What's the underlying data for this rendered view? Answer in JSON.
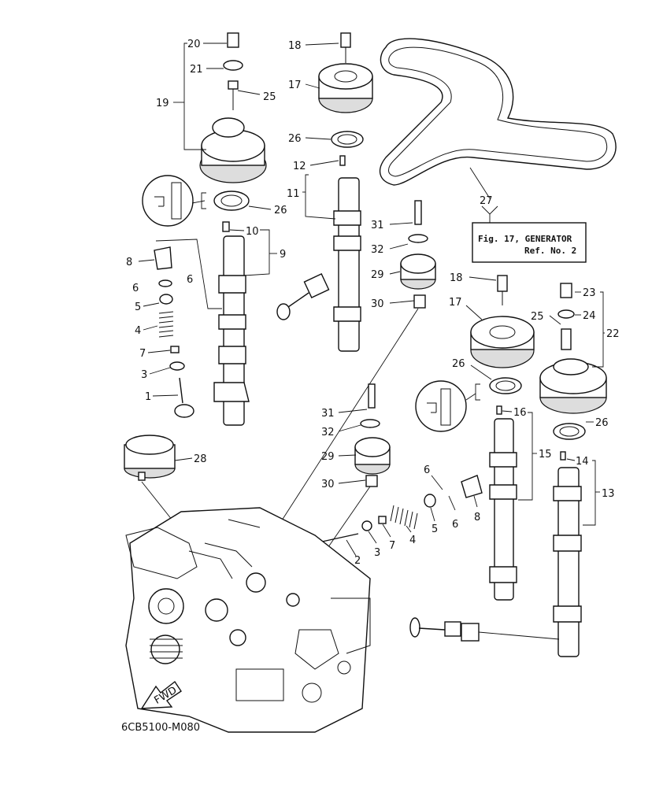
{
  "diagram": {
    "code": "6CB5100-M080",
    "fwd_label": "FWD",
    "reference_box": {
      "line1": "Fig. 17, GENERATOR",
      "line2": "Ref. No. 2"
    },
    "callouts": {
      "c1": "1",
      "c2": "2",
      "c3a": "3",
      "c3b": "3",
      "c4a": "4",
      "c4b": "4",
      "c5a": "5",
      "c5b": "5",
      "c6a": "6",
      "c6b": "6",
      "c6c": "6",
      "c6d": "6",
      "c7a": "7",
      "c7b": "7",
      "c8a": "8",
      "c8b": "8",
      "c9": "9",
      "c10": "10",
      "c11": "11",
      "c12": "12",
      "c13": "13",
      "c14": "14",
      "c15": "15",
      "c16": "16",
      "c17a": "17",
      "c17b": "17",
      "c18a": "18",
      "c18b": "18",
      "c19": "19",
      "c20": "20",
      "c21": "21",
      "c22": "22",
      "c23": "23",
      "c24": "24",
      "c25a": "25",
      "c25b": "25",
      "c26a": "26",
      "c26b": "26",
      "c26c": "26",
      "c26d": "26",
      "c27": "27",
      "c28": "28",
      "c29a": "29",
      "c29b": "29",
      "c30a": "30",
      "c30b": "30",
      "c31a": "31",
      "c31b": "31",
      "c32a": "32",
      "c32b": "32"
    }
  }
}
